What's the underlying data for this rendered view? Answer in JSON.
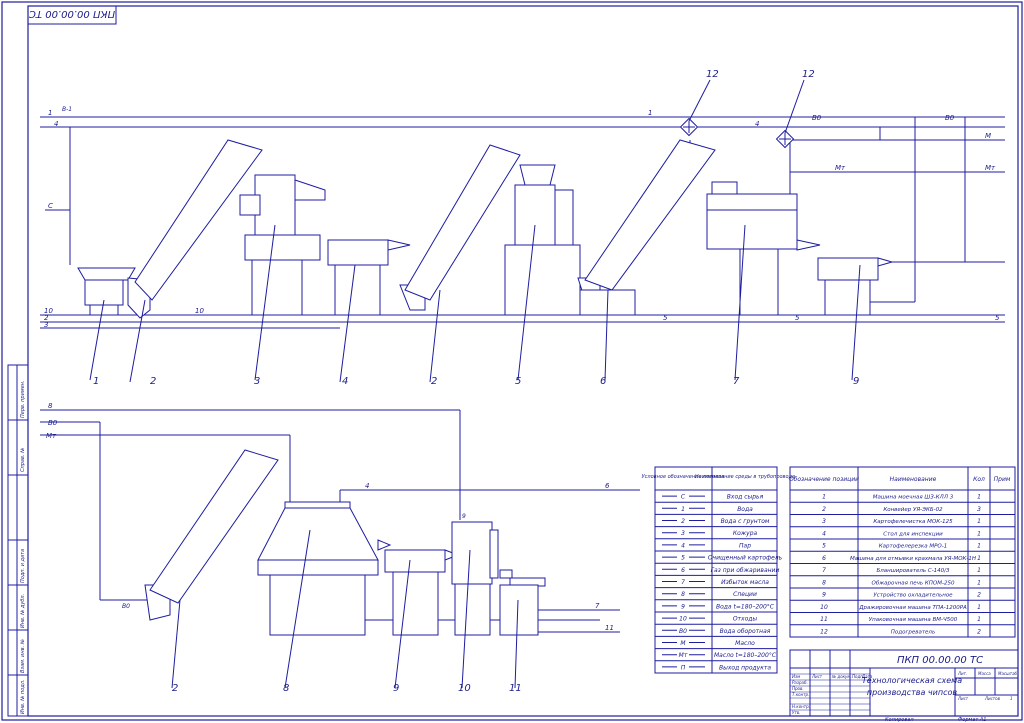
{
  "drawing_code_flipped": "ПКП 00.00.00 ТС",
  "flow_labels": {
    "water": "1",
    "water_soil": "2",
    "steam": "4",
    "raw_input": "С",
    "waste": "10",
    "drain": "В0",
    "mark_3": "3",
    "product": "5",
    "oil": "М",
    "hot_oil": "Мт",
    "mark_7": "7",
    "mark_6": "6",
    "mark_11": "11",
    "mark_8": "8",
    "mark_9": "9",
    "valve": "В-1"
  },
  "equipment_numbers": [
    "1",
    "2",
    "3",
    "4",
    "2",
    "5",
    "6",
    "7",
    "9",
    "2",
    "8",
    "9",
    "10",
    "11",
    "12",
    "12"
  ],
  "legend": {
    "headers": [
      "Условное обозначение потоков",
      "Наименование среды в трубопроводе"
    ],
    "rows": [
      {
        "code": "С",
        "name": "Вход сырья"
      },
      {
        "code": "1",
        "name": "Вода"
      },
      {
        "code": "2",
        "name": "Вода с грунтом"
      },
      {
        "code": "3",
        "name": "Кожура"
      },
      {
        "code": "4",
        "name": "Пар"
      },
      {
        "code": "5",
        "name": "Очищенный картофель"
      },
      {
        "code": "6",
        "name": "Газ при обжаривании"
      },
      {
        "code": "7",
        "name": "Избыток масла"
      },
      {
        "code": "8",
        "name": "Специи"
      },
      {
        "code": "9",
        "name": "Вода t=180–200°С"
      },
      {
        "code": "10",
        "name": "Отходы"
      },
      {
        "code": "В0",
        "name": "Вода оборотная"
      },
      {
        "code": "М",
        "name": "Масло"
      },
      {
        "code": "Мт",
        "name": "Масло t=180–200°С"
      },
      {
        "code": "П",
        "name": "Выход продукта"
      }
    ]
  },
  "spec": {
    "headers": [
      "Обозначение позиции",
      "Наименование",
      "Кол",
      "Прим"
    ],
    "rows": [
      {
        "pos": "1",
        "name": "Машина моечная ШЗ-КЛЛ 3",
        "qty": "1"
      },
      {
        "pos": "2",
        "name": "Конвейер УЯ-ЭКБ-02",
        "qty": "3"
      },
      {
        "pos": "3",
        "name": "Картофелечистка МОК-125",
        "qty": "1"
      },
      {
        "pos": "4",
        "name": "Стол для инспекции",
        "qty": "1"
      },
      {
        "pos": "5",
        "name": "Картофелерезка МРО-1",
        "qty": "1"
      },
      {
        "pos": "6",
        "name": "Машина для отмывки крахмала УЯ-МОК-1Н",
        "qty": "1"
      },
      {
        "pos": "7",
        "name": "Бланширователь С-140/3",
        "qty": "1"
      },
      {
        "pos": "8",
        "name": "Обжарочная печь КПОМ-250",
        "qty": "1"
      },
      {
        "pos": "9",
        "name": "Устройство охладительное",
        "qty": "2"
      },
      {
        "pos": "10",
        "name": "Дражировочная машина ТПА-1200РА",
        "qty": "1"
      },
      {
        "pos": "11",
        "name": "Упаковочная машина ВМ-Ч500",
        "qty": "1"
      },
      {
        "pos": "12",
        "name": "Подогреватель",
        "qty": "2"
      }
    ]
  },
  "title_block": {
    "code": "ПКП 00.00.00 ТС",
    "title_line1": "Технологическая схема",
    "title_line2": "производства чипсов",
    "cols": [
      "Изм",
      "Лист",
      "№ докум.",
      "Подп.",
      "Дата"
    ],
    "roles": [
      "Разраб.",
      "Пров.",
      "Т.контр.",
      "Н.контр.",
      "Утв."
    ],
    "lit": "Лит.",
    "mass": "Масса",
    "scale": "Масштаб",
    "sheet": "Лист",
    "sheets": "Листов",
    "sheets_count": "1",
    "copied": "Копировал",
    "format": "Формат А1"
  },
  "side_stamp": [
    "Перв. примен.",
    "Справ. №",
    "Подп. и дата",
    "Инв. № дубл.",
    "Взам. инв. №",
    "Подп. и дата",
    "Инв. № подл."
  ]
}
